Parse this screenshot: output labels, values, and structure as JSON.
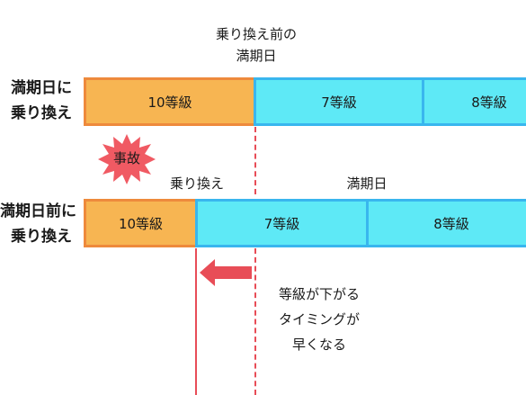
{
  "top": {
    "caption_line1": "乗り換え前の",
    "caption_line2": "満期日",
    "label_line1": "満期日に",
    "label_line2": "乗り換え",
    "segments": [
      "10等級",
      "7等級",
      "8等級"
    ]
  },
  "accident_badge": {
    "label": "事故",
    "color": "#f05a63"
  },
  "bottom": {
    "switch_caption": "乗り換え",
    "expiry_caption": "満期日",
    "label_line1": "満期日前に",
    "label_line2": "乗り換え",
    "segments": [
      "10等級",
      "7等級",
      "8等級"
    ]
  },
  "note": {
    "line1": "等級が下がる",
    "line2": "タイミングが",
    "line3": "早くなる"
  },
  "colors": {
    "orange_fill": "#f7b552",
    "orange_border": "#ee8a3c",
    "cyan_fill": "#5ee9f6",
    "cyan_border": "#39b6ee",
    "red": "#e84d57"
  }
}
